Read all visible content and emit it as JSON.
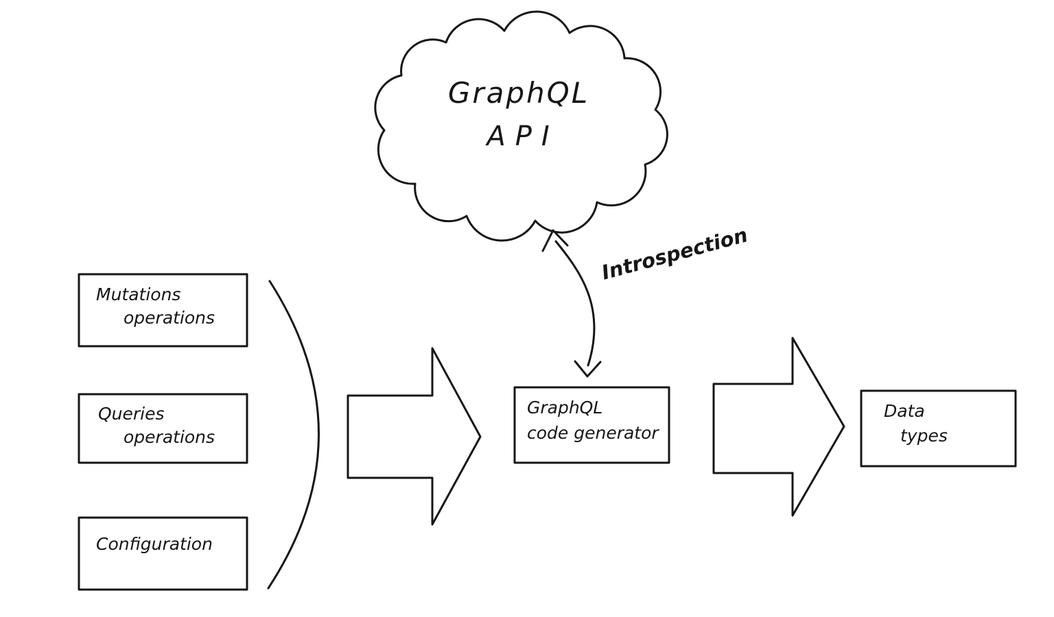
{
  "diagram": {
    "cloud": {
      "line1": "GraphQL",
      "line2": "API"
    },
    "introspection_label": "Introspection",
    "inputs": [
      {
        "line1": "Mutations",
        "line2": "operations"
      },
      {
        "line1": "Queries",
        "line2": "operations"
      },
      {
        "line1": "Configuration",
        "line2": ""
      }
    ],
    "generator": {
      "line1": "GraphQL",
      "line2": "code generator"
    },
    "output": {
      "line1": "Data",
      "line2": "types"
    },
    "colors": {
      "ink": "#161616",
      "background": "#ffffff"
    }
  }
}
